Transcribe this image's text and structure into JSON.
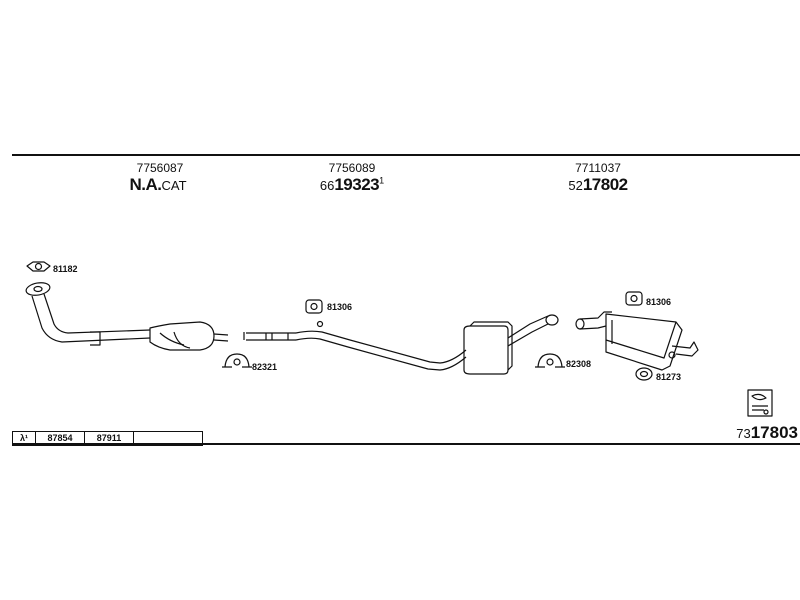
{
  "sections": [
    {
      "part_number": "7756087",
      "label_bold": "N.A.",
      "label_small": "CAT"
    },
    {
      "part_number": "7756089",
      "label_small": "66",
      "label_bold": "19323",
      "label_sup": "1"
    },
    {
      "part_number": "7711037",
      "label_small": "52",
      "label_bold": "17802"
    }
  ],
  "part_labels": {
    "gasket_front": "81182",
    "hanger_mid": "81306",
    "clamp_mid": "82321",
    "clamp_rear": "82308",
    "hanger_rear": "81306",
    "rubber_rear": "81273"
  },
  "ref_table": [
    "λ¹",
    "87854",
    "87911",
    ""
  ],
  "diagram_ref": {
    "prefix": "73",
    "number": "17803"
  }
}
